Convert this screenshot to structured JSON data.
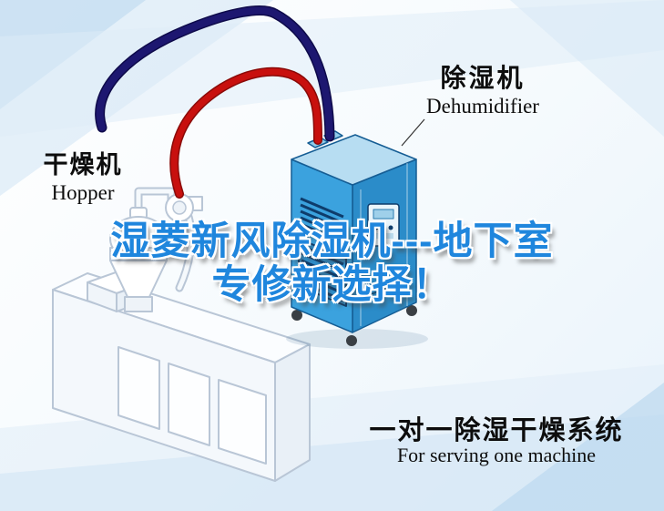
{
  "scene": {
    "dehumidifier_label": {
      "cn": "除湿机",
      "en": "Dehumidifier"
    },
    "hopper_label": {
      "cn": "干燥机",
      "en": "Hopper"
    },
    "headline": {
      "line1": "湿菱新风除湿机---地下室",
      "line2": "专修新选择！"
    },
    "caption": {
      "cn": "一对一除湿干燥系统",
      "en": "For serving one machine"
    }
  },
  "colors": {
    "headline_blue": "#1f86dd",
    "pipe_red": "#c8100e",
    "pipe_navy": "#1d1770",
    "machine_blue_front": "#3ba2de",
    "machine_blue_side": "#2b8cc9",
    "machine_blue_top": "#b7ddf2",
    "lineart_gray": "#b9c6d6",
    "background_band_blue": "#cfe4f4"
  }
}
